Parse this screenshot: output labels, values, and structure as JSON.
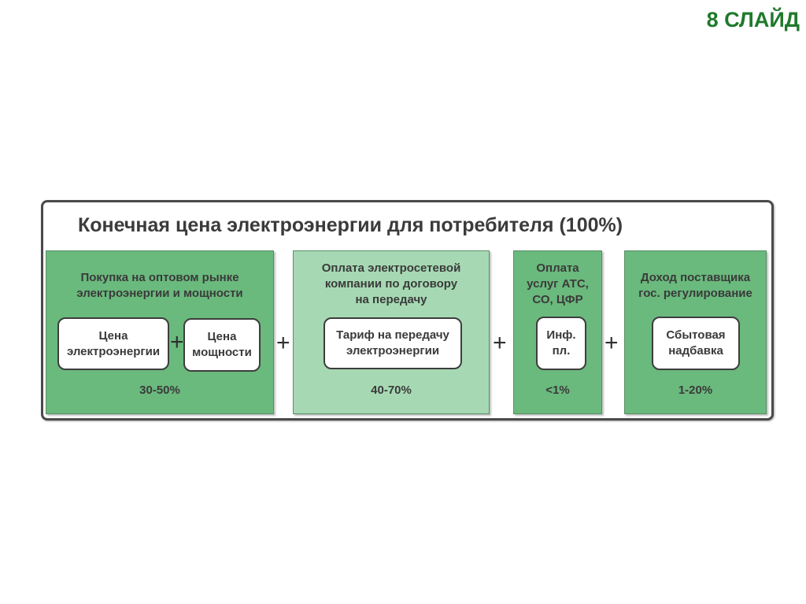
{
  "slide_label": "8 СЛАЙД",
  "title": "Конечная цена электроэнергии для потребителя (100%)",
  "plus_sign": "+",
  "panels": [
    {
      "heading": "Покупка на оптовом рынке\nэлектроэнергии и мощности",
      "boxes": [
        "Цена\nэлектроэнергии",
        "Цена\nмощности"
      ],
      "percent": "30-50%"
    },
    {
      "heading": "Оплата электросетевой\nкомпании по договору\nна передачу",
      "boxes": [
        "Тариф на передачу\nэлектроэнергии"
      ],
      "percent": "40-70%"
    },
    {
      "heading": "Оплата\nуслуг АТС,\nСО, ЦФР",
      "boxes": [
        "Инф.\nпл."
      ],
      "percent": "<1%"
    },
    {
      "heading": "Доход поставщика\nгос. регулирование",
      "boxes": [
        "Сбытовая\nнадбавка"
      ],
      "percent": "1-20%"
    }
  ],
  "colors": {
    "panel_dark": "#6ab97d",
    "panel_light": "#a6d9b3",
    "slide_label": "#1f7a2c",
    "title_text": "#3b3b3b"
  }
}
